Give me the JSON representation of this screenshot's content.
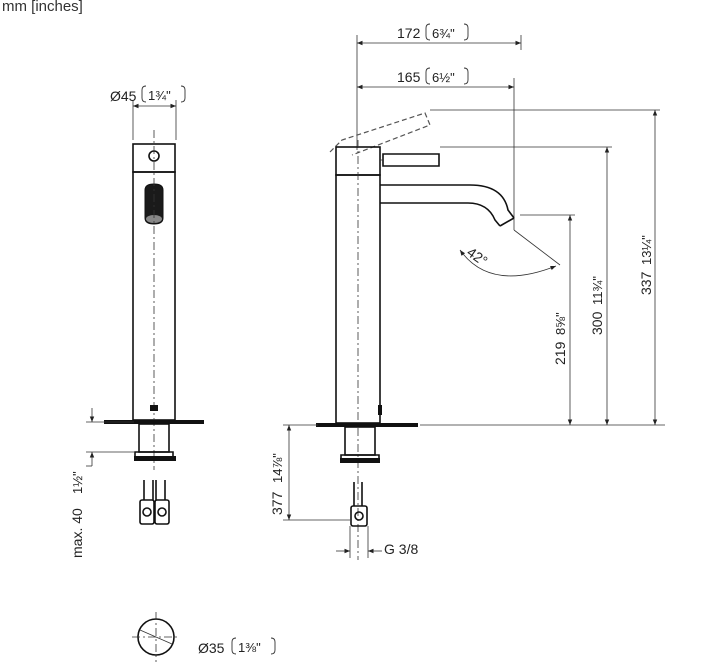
{
  "units_label": "mm [inches]",
  "dimensions": {
    "d172": "172",
    "d172_in": "6¾\"",
    "d165": "165",
    "d165_in": "6½\"",
    "diam45": "Ø45",
    "diam45_in": "1¾\"",
    "h337": "337",
    "h337_in": "13¼\"",
    "h300": "300",
    "h300_in": "11¾\"",
    "h219": "219",
    "h219_in": "8⅝\"",
    "angle": "42°",
    "max40": "max. 40",
    "max40_in": "1½\"",
    "h377": "377",
    "h377_in": "14⅞\"",
    "thread": "G 3/8",
    "diam35": "Ø35",
    "diam35_in": "1⅜\""
  }
}
